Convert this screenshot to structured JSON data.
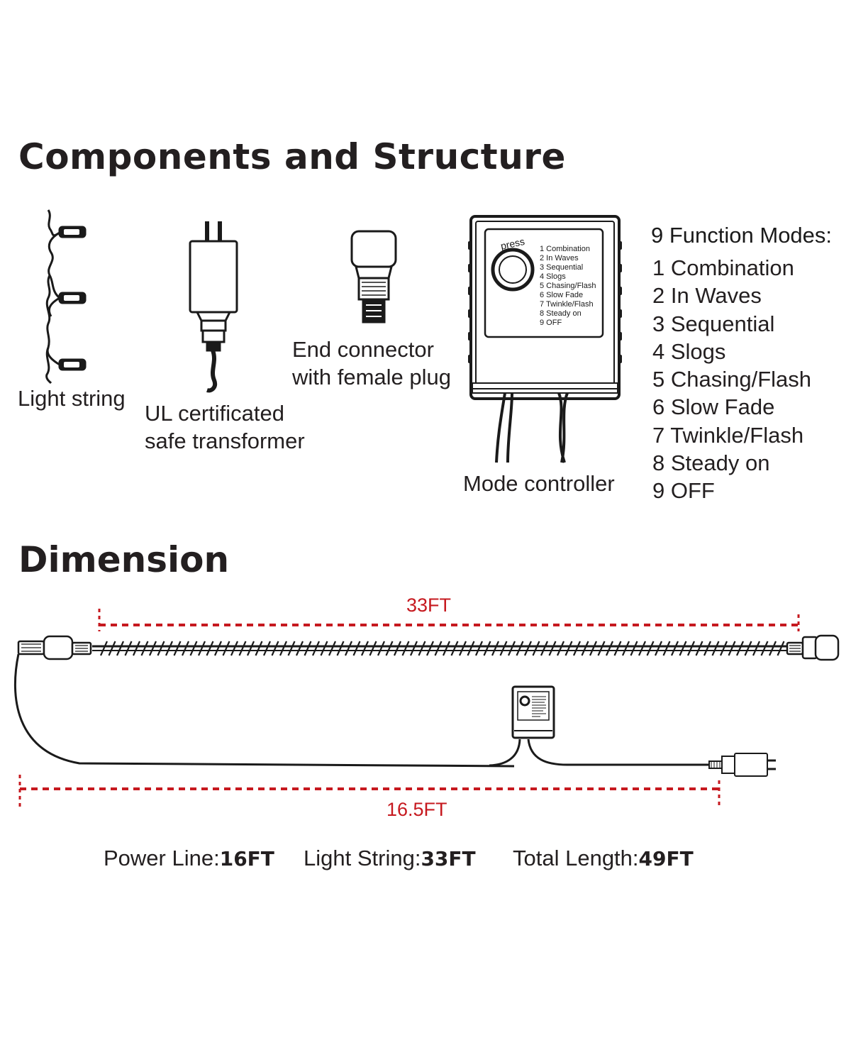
{
  "headings": {
    "components": "Components and Structure",
    "dimension": "Dimension"
  },
  "components": {
    "light_string": "Light string",
    "transformer_line1": "UL certificated",
    "transformer_line2": "safe transformer",
    "end_connector_line1": "End connector",
    "end_connector_line2": "with female plug",
    "mode_controller": "Mode controller"
  },
  "controller_panel": {
    "press_label": "press",
    "modes": [
      "1 Combination",
      "2 In Waves",
      "3 Sequential",
      "4 Slogs",
      "5 Chasing/Flash",
      "6 Slow Fade",
      "7 Twinkle/Flash",
      "8 Steady on",
      "9 OFF"
    ]
  },
  "function_modes": {
    "title": "9 Function Modes:",
    "items": [
      "1 Combination",
      "2 In Waves",
      "3 Sequential",
      "4 Slogs",
      "5 Chasing/Flash",
      "6 Slow Fade",
      "7 Twinkle/Flash",
      "8 Steady on",
      "9 OFF"
    ]
  },
  "dimension": {
    "light_string_span": "33FT",
    "power_line_span": "16.5FT",
    "accent_color": "#c6191f"
  },
  "summary": {
    "power_line_label": "Power Line:",
    "power_line_value": "16FT",
    "light_string_label": "Light String:",
    "light_string_value": "33FT",
    "total_label": "Total Length:",
    "total_value": "49FT"
  }
}
